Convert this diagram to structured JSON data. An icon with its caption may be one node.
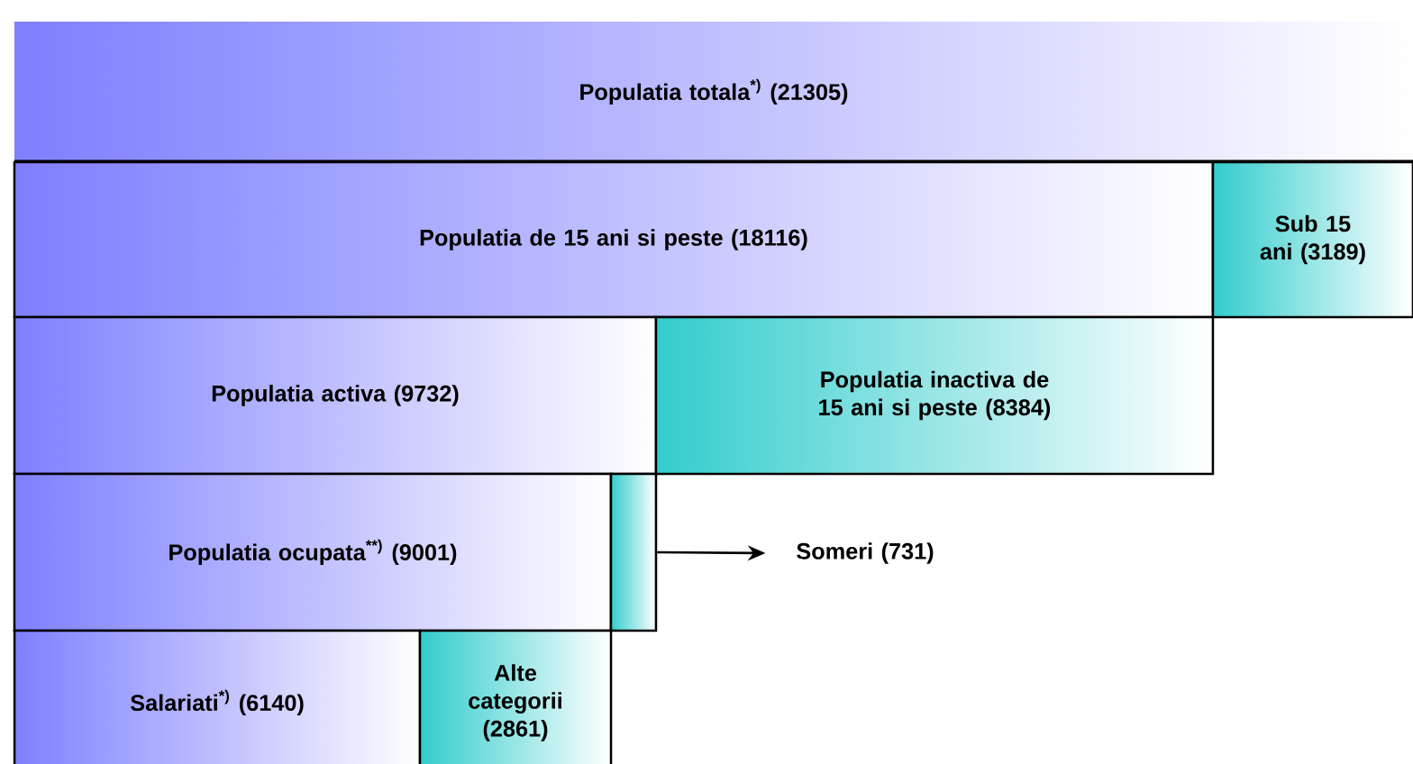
{
  "diagram": {
    "nodes": [
      {
        "text": [
          "Populatia totala$^{*)}$ (21305)"
        ]
      },
      {
        "text": [
          "Populatia de 15 ani si peste (18116)"
        ]
      },
      {
        "text": [
          "Sub 15 ani (3189)"
        ]
      },
      {
        "text": [
          "Populatia activa (9732)"
        ]
      },
      {
        "text": [
          "Populatia inactiva de 15 ani si peste (8384)"
        ]
      },
      {
        "text": [
          "Populatia ocupata$^{**)}$ (9001)"
        ]
      },
      {
        "text": [],
        "shape": "bar"
      },
      {
        "text": [
          "Someri (731)"
        ]
      },
      {
        "text": [
          "Salariati$^{*)}$ (6140)"
        ]
      },
      {
        "text": [
          "Alte categorii (2861)"
        ]
      }
    ],
    "edges": [
      {
        "from": 6,
        "to": 7,
        "arrow": "to"
      }
    ]
  }
}
